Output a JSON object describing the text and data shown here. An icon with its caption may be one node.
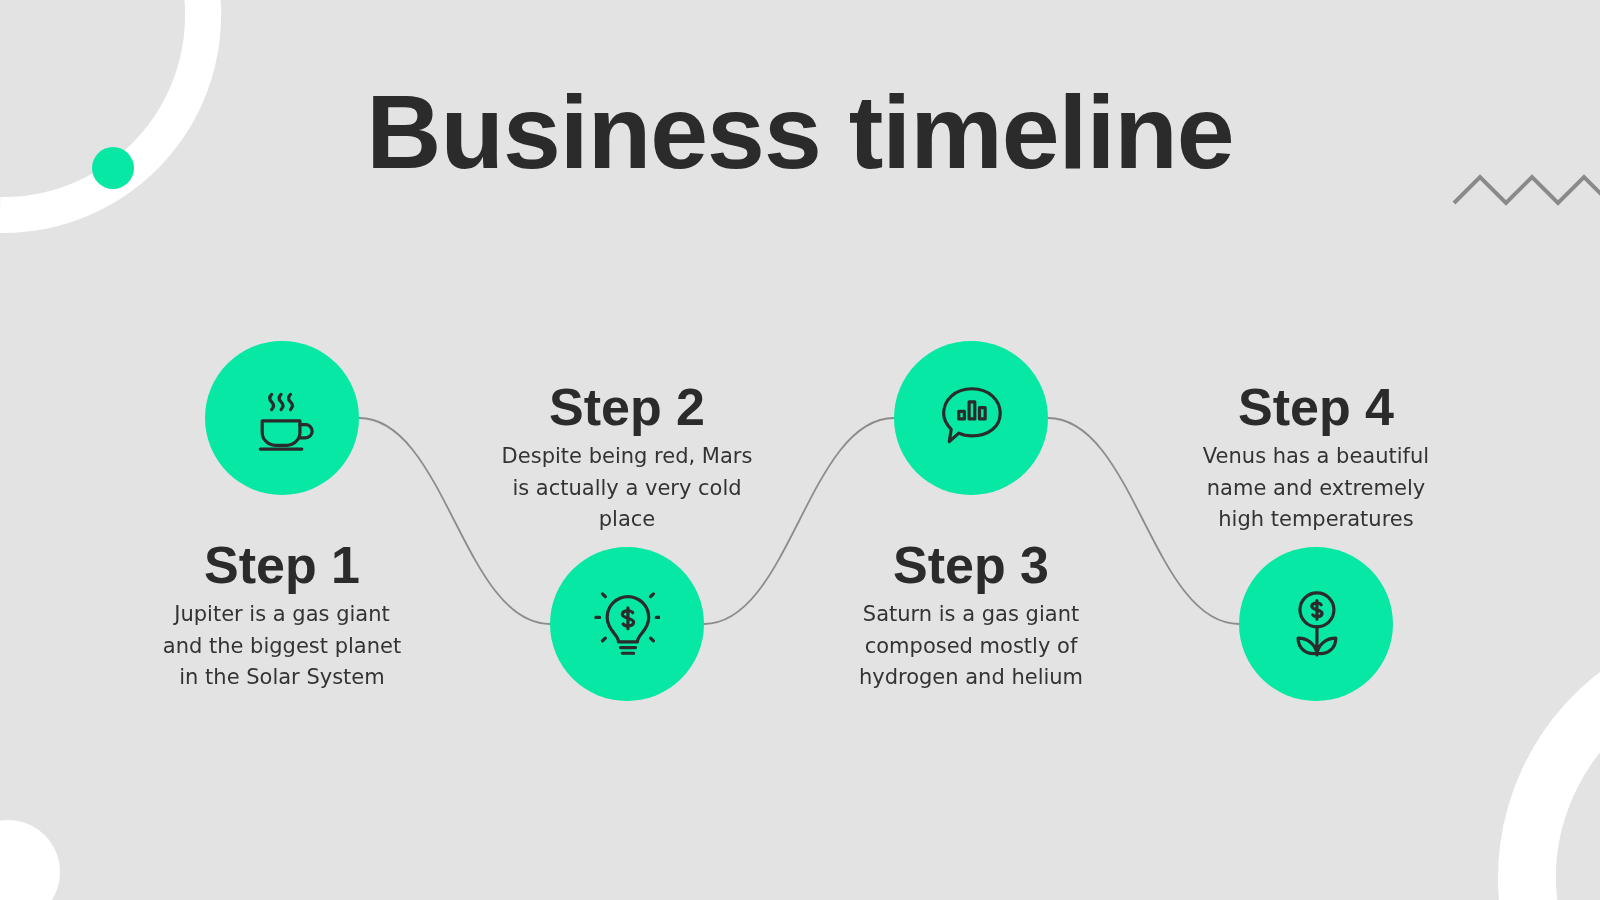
{
  "diagram": {
    "title": "Business timeline",
    "nodes": [
      {
        "text": [],
        "shape": "circle",
        "beside": [
          "Step 1",
          "Jupiter is a gas giant and the biggest planet in the Solar System"
        ]
      },
      {
        "text": [],
        "shape": "circle",
        "beside": [
          "Step 2",
          "Despite being red, Mars is actually a very cold place"
        ]
      },
      {
        "text": [],
        "shape": "circle",
        "beside": [
          "Step 3",
          "Saturn is a gas giant composed mostly of hydrogen and helium"
        ]
      },
      {
        "text": [],
        "shape": "circle",
        "beside": [
          "Step 4",
          "Venus has a beautiful name and extremely high temperatures"
        ]
      }
    ],
    "edges": [
      {
        "from": 0,
        "to": 1,
        "arrow": "none"
      },
      {
        "from": 1,
        "to": 2,
        "arrow": "none"
      },
      {
        "from": 2,
        "to": 3,
        "arrow": "none"
      }
    ]
  }
}
